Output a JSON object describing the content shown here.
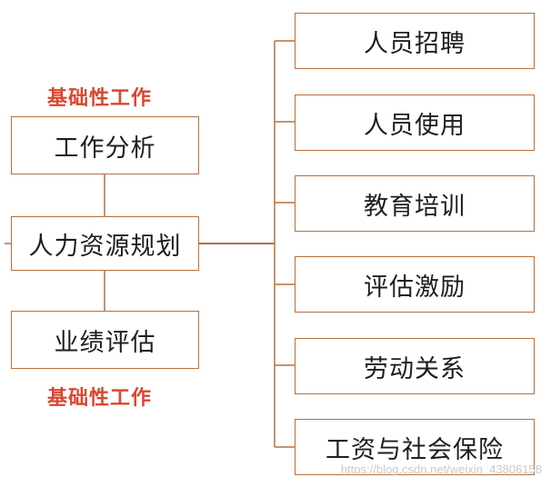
{
  "left_column": {
    "top_caption": "基础性工作",
    "bottom_caption": "基础性工作",
    "boxes": [
      {
        "label": "工作分析"
      },
      {
        "label": "人力资源规划"
      },
      {
        "label": "业绩评估"
      }
    ]
  },
  "right_column": {
    "boxes": [
      {
        "label": "人员招聘"
      },
      {
        "label": "人员使用"
      },
      {
        "label": "教育培训"
      },
      {
        "label": "评估激励"
      },
      {
        "label": "劳动关系"
      },
      {
        "label": "工资与社会保险"
      }
    ]
  },
  "style": {
    "line_color": "#b5703f",
    "caption_color": "#d9472f",
    "text_color": "#1e1e1e"
  },
  "watermark": "https://blog.csdn.net/weixin_43806158"
}
